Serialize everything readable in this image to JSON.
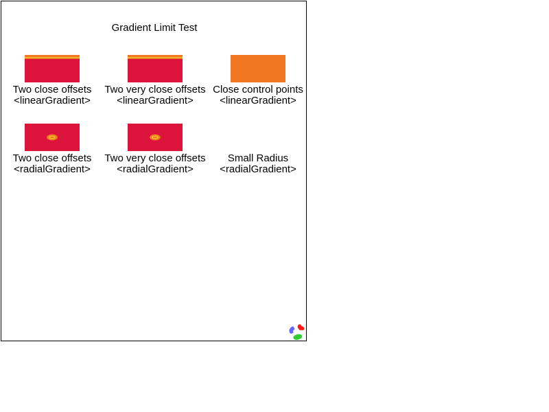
{
  "page": {
    "title": "Gradient Limit Test"
  },
  "tests": [
    {
      "name": "Two close offsets",
      "element": "<linearGradient>",
      "type": "linear",
      "stop_color_1": "#f07820",
      "stop_color_2": "#dc143c"
    },
    {
      "name": "Two very close offsets",
      "element": "<linearGradient>",
      "type": "linear",
      "stop_color_1": "#f07820",
      "stop_color_2": "#dc143c"
    },
    {
      "name": "Close control points",
      "element": "<linearGradient>",
      "type": "linear",
      "stop_color_1": "#f07820",
      "stop_color_2": "#f07820"
    },
    {
      "name": "Two close offsets",
      "element": "<radialGradient>",
      "type": "radial",
      "stop_color_1": "#f07820",
      "stop_color_2": "#dc143c"
    },
    {
      "name": "Two very close offsets",
      "element": "<radialGradient>",
      "type": "radial",
      "stop_color_1": "#f07820",
      "stop_color_2": "#dc143c"
    },
    {
      "name": "Small Radius",
      "element": "<radialGradient>",
      "type": "radial-empty",
      "stop_color_1": "#ffffff",
      "stop_color_2": "#ffffff"
    }
  ],
  "colors": {
    "crimson": "#dc143c",
    "orange": "#f07820",
    "yellow": "#f0c030"
  },
  "logo": {
    "icon": "svg-logo-icon"
  }
}
